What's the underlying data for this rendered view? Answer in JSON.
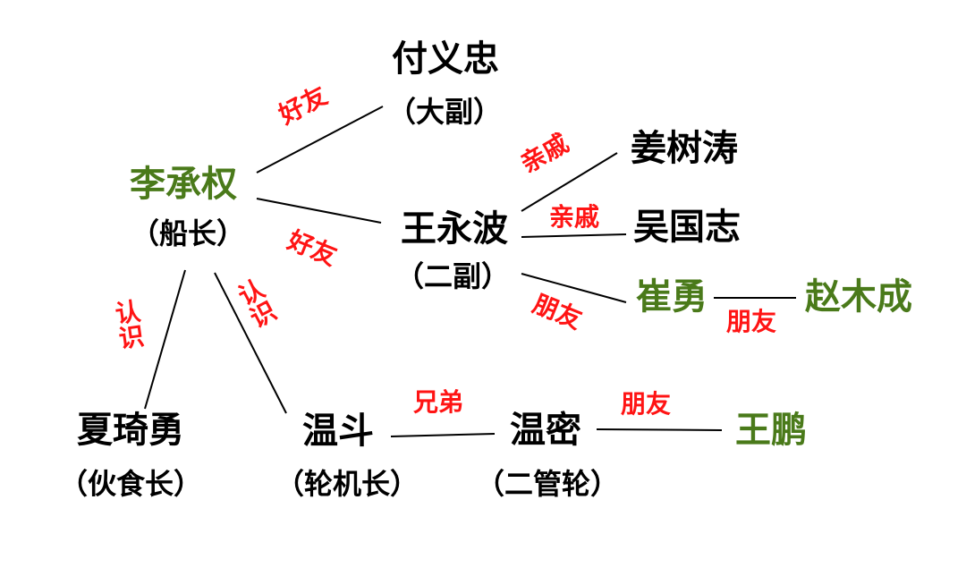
{
  "colors": {
    "black": "#000000",
    "green": "#4a7a1a",
    "red": "#ff1414"
  },
  "nodes": {
    "fuyizhong": {
      "name": "付义忠",
      "role": "（大副）",
      "color": "black"
    },
    "lichengquan": {
      "name": "李承权",
      "role": "（船长）",
      "color": "green"
    },
    "jiangshutao": {
      "name": "姜树涛",
      "color": "black"
    },
    "wangyongbo": {
      "name": "王永波",
      "role": "（二副）",
      "color": "black"
    },
    "wuguozhi": {
      "name": "吴国志",
      "color": "black"
    },
    "cuiyong": {
      "name": "崔勇",
      "color": "green"
    },
    "zhaomucheng": {
      "name": "赵木成",
      "color": "green"
    },
    "xiaqiyong": {
      "name": "夏琦勇",
      "role": "（伙食长）",
      "color": "black"
    },
    "wendou": {
      "name": "温斗",
      "role": "（轮机长）",
      "color": "black"
    },
    "wenmi": {
      "name": "温密",
      "role": "（二管轮）",
      "color": "black"
    },
    "wangpeng": {
      "name": "王鹏",
      "color": "green"
    }
  },
  "edges": [
    {
      "from": "lichengquan",
      "to": "fuyizhong",
      "label": "好友"
    },
    {
      "from": "lichengquan",
      "to": "wangyongbo",
      "label": "好友"
    },
    {
      "from": "wangyongbo",
      "to": "jiangshutao",
      "label": "亲戚"
    },
    {
      "from": "wangyongbo",
      "to": "wuguozhi",
      "label": "亲戚"
    },
    {
      "from": "wangyongbo",
      "to": "cuiyong",
      "label": "朋友"
    },
    {
      "from": "cuiyong",
      "to": "zhaomucheng",
      "label": "朋友"
    },
    {
      "from": "lichengquan",
      "to": "xiaqiyong",
      "label": "认识"
    },
    {
      "from": "lichengquan",
      "to": "wendou",
      "label": "认识"
    },
    {
      "from": "wendou",
      "to": "wenmi",
      "label": "兄弟"
    },
    {
      "from": "wenmi",
      "to": "wangpeng",
      "label": "朋友"
    }
  ]
}
